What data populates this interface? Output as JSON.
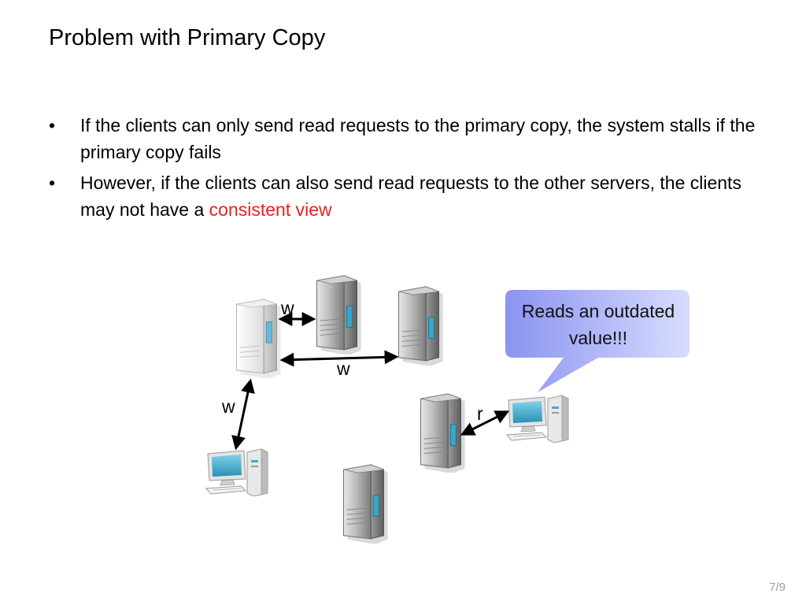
{
  "slide": {
    "title": "Problem with Primary Copy",
    "bullets": [
      {
        "text": "If the clients can only send read requests to the primary copy, the system stalls if the primary copy fails"
      },
      {
        "text_before": "However, if the clients can also send read requests to the other servers, the clients may not have a ",
        "highlight": "consistent view"
      }
    ],
    "page_number": "7/9"
  },
  "diagram": {
    "arrow_labels": {
      "w1": "w",
      "w2": "w",
      "w3": "w",
      "r": "r"
    },
    "callout": "Reads an outdated value!!!",
    "colors": {
      "highlight": "#e8211d",
      "callout_top": "#8a93f0",
      "callout_bottom": "#d8dcff",
      "arrow": "#000000",
      "screen": "#3aa6c8"
    }
  }
}
